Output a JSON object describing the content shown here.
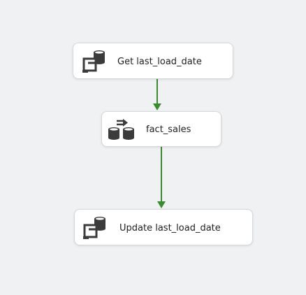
{
  "control_flow": {
    "tasks": [
      {
        "label": "Get last_load_date",
        "icon": "execute-sql-task-icon"
      },
      {
        "label": "fact_sales",
        "icon": "data-flow-task-icon"
      },
      {
        "label": "Update last_load_date",
        "icon": "execute-sql-task-icon"
      }
    ],
    "precedence_constraints": [
      {
        "from": "Get last_load_date",
        "to": "fact_sales",
        "status": "success"
      },
      {
        "from": "fact_sales",
        "to": "Update last_load_date",
        "status": "success"
      }
    ]
  },
  "colors": {
    "canvas_background": "#f0f1f3",
    "task_background": "#ffffff",
    "success_connector": "#3c8a2e",
    "icon_color": "#3b3b3b"
  }
}
